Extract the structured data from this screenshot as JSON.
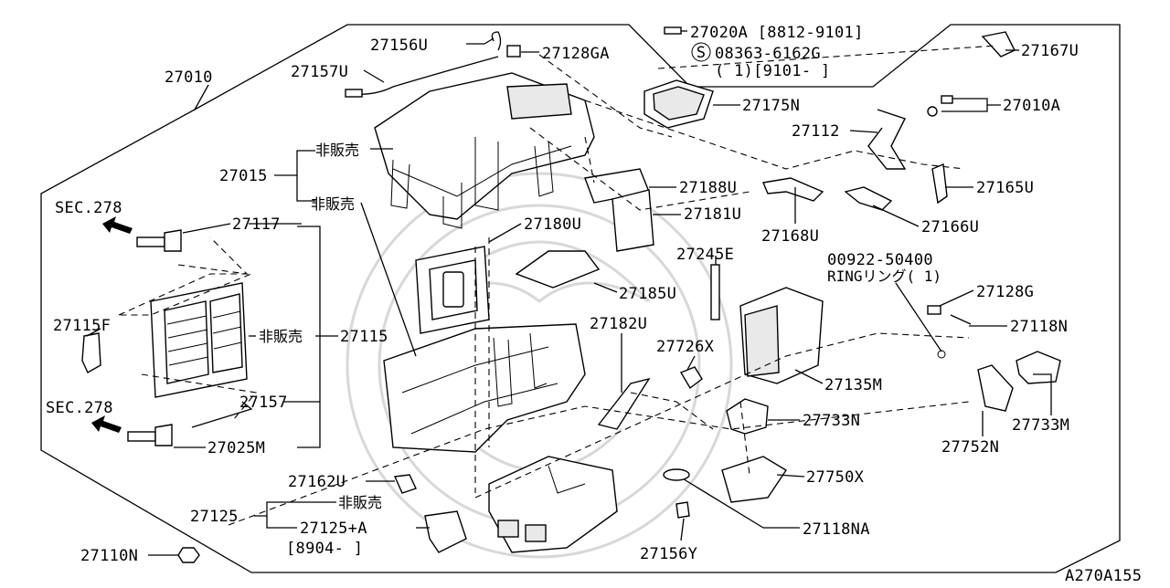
{
  "diagram": {
    "drawing_code": "A270A155",
    "callouts": {
      "p27010": "27010",
      "p27015": "27015",
      "p27015_a": "非販売",
      "p27015_b": "非販売",
      "p27156U": "27156U",
      "p27157U": "27157U",
      "p27128GA": "27128GA",
      "p27020A": "27020A [8812-9101]",
      "p08363": "08363-6162G",
      "p08363_qty": "( 1)[9101-      ]",
      "p27167U": "27167U",
      "p27175N": "27175N",
      "p27010A": "27010A",
      "p27112": "27112",
      "p27165U": "27165U",
      "p27166U": "27166U",
      "p27168U": "27168U",
      "p27188U": "27188U",
      "p27181U": "27181U",
      "p27180U": "27180U",
      "sec278_top": "SEC.278",
      "sec278_bot": "SEC.278",
      "p27117": "27117",
      "p27115F": "27115F",
      "p27115_ns": "非販売",
      "p27115": "27115",
      "p27157": "27157",
      "p27025M": "27025M",
      "p27245E": "27245E",
      "p27185U": "27185U",
      "p27182U": "27182U",
      "p27726X": "27726X",
      "p27135M": "27135M",
      "p00922": "00922-50400",
      "p00922_ring": "RINGリング( 1)",
      "p27128G": "27128G",
      "p27118N": "27118N",
      "p27733N": "27733N",
      "p27733M": "27733M",
      "p27752N": "27752N",
      "p27750X": "27750X",
      "p27162U": "27162U",
      "p27125": "27125",
      "p27125_ns": "非販売",
      "p27125A": "27125+A",
      "p27125A_date": "[8904-      ]",
      "p27110N": "27110N",
      "p27118NA": "27118NA",
      "p27156Y": "27156Y",
      "s_mark": "S"
    }
  }
}
